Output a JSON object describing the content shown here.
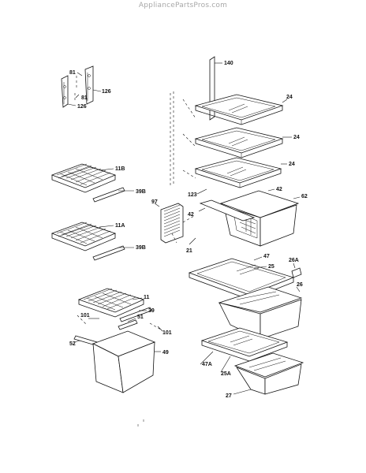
{
  "header": {
    "watermark": "AppliancePartsPros.com"
  },
  "callouts": {
    "c81a": "81",
    "c81b": "81",
    "c126a": "126",
    "c126b": "126",
    "c140": "140",
    "c24a": "24",
    "c24b": "24",
    "c24c": "24",
    "c11b": "11B",
    "c39b1": "39B",
    "c11a": "11A",
    "c39b2": "39B",
    "c97": "97",
    "c123": "123",
    "c42a": "42",
    "c62": "62",
    "c42b": "42",
    "c21": "21",
    "c47": "47",
    "c25": "25",
    "c26a": "26A",
    "c26": "26",
    "c11": "11",
    "c39": "39",
    "c101a": "101",
    "c51": "51",
    "c101b": "101",
    "c52": "52",
    "c49": "49",
    "c47a": "47A",
    "c25a": "25A",
    "c27": "27"
  }
}
